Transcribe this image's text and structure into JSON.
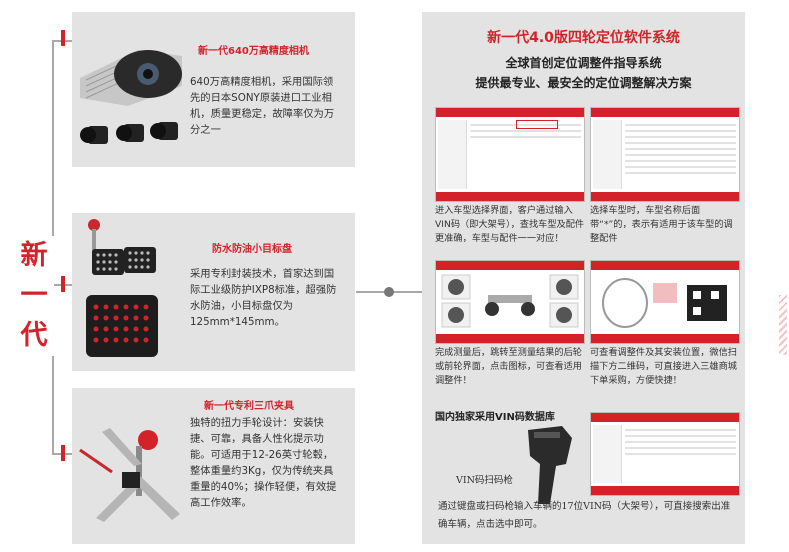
{
  "left_title": "新一代",
  "panel1": {
    "title": "新一代640万高精度相机",
    "body": "640万高精度相机，采用国际领先的日本SONY原装进口工业相机，质量更稳定，故障率仅为万分之一"
  },
  "panel2": {
    "title": "防水防油小目标盘",
    "body": "采用专利封装技术，首家达到国际工业级防护IXP8标准，超强防水防油，小目标盘仅为125mm*145mm。"
  },
  "panel3": {
    "title": "新一代专利三爪夹具",
    "body": "独特的扭力手轮设计：安装快捷、可靠，具备人性化提示功能。可适用于12-26英寸轮毂，整体重量约3Kg，仅为传统夹具重量的40%；操作轻便，有效提高工作效率。"
  },
  "right": {
    "title": "新一代4.0版四轮定位软件系统",
    "subtitle1": "全球首创定位调整件指导系统",
    "subtitle2": "提供最专业、最安全的定位调整解决方案",
    "cap1": "进入车型选择界面，客户通过输入VIN码（即大架号），查找车型及配件更准确，车型与配件一一对应！",
    "cap2": "选择车型时，车型名称后面带“*”的，表示有适用于该车型的调整配件",
    "cap3": "完成测量后，跳转至测量结果的后轮或前轮界面，点击图标，可查看适用调整件！",
    "cap4": "可查看调整件及其安装位置，微信扫描下方二维码，可直接进入三雄商城下单采购，方便快捷！",
    "vin_title": "国内独家采用VIN码数据库",
    "scanner_label": "VIN码扫码枪",
    "vin_desc": "通过键盘或扫码枪输入车辆的17位VIN码（大架号），可直接搜索出准确车辆，点击选中即可。"
  }
}
